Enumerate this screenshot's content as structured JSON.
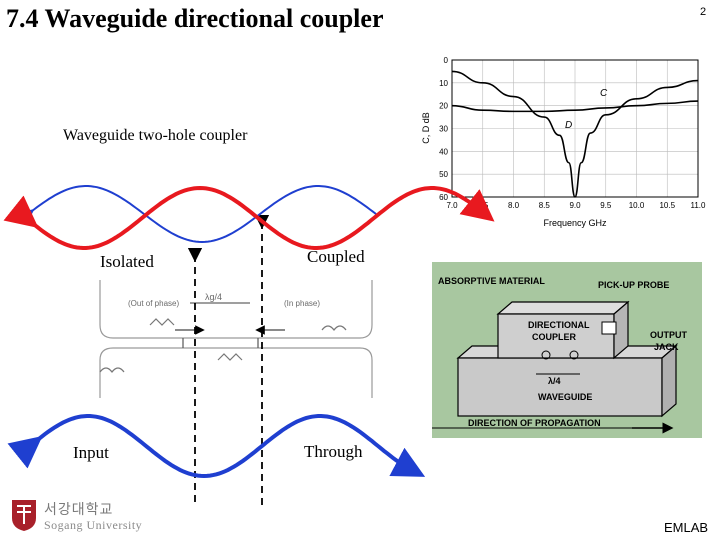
{
  "slide": {
    "title": "7.4 Waveguide directional coupler",
    "page_number": "2",
    "subtitle": "Waveguide two-hole coupler",
    "footer": "EMLAB"
  },
  "labels": {
    "isolated": "Isolated",
    "coupled": "Coupled",
    "input": "Input",
    "through": "Through"
  },
  "logo": {
    "korean": "서강대학교",
    "english": "Sogang University"
  },
  "coupler_sketch": {
    "out_of_phase": "(Out of phase)",
    "in_phase": "(In phase)",
    "spacing": "λg/4"
  },
  "photo": {
    "absorptive": "ABSORPTIVE MATERIAL",
    "pickup": "PICK-UP PROBE",
    "directional": "DIRECTIONAL",
    "coupler": "COUPLER",
    "output": "OUTPUT",
    "jack": "JACK",
    "waveguide": "WAVEGUIDE",
    "direction": "DIRECTION OF PROPAGATION",
    "spacing": "λ/4"
  },
  "colors": {
    "red_wave": "#e8191f",
    "blue_wave": "#1f3fd0",
    "photo_bg": "#a8c7a0"
  },
  "chart_data": {
    "type": "line",
    "xlabel": "Frequency GHz",
    "ylabel": "C, D dB",
    "xlim": [
      7.0,
      11.0
    ],
    "ylim": [
      0,
      60
    ],
    "y_inverted": true,
    "x_ticks": [
      "7.0",
      "7.5",
      "8.0",
      "8.5",
      "9.0",
      "9.5",
      "10.0",
      "10.5",
      "11.0"
    ],
    "y_ticks": [
      "0",
      "10",
      "20",
      "30",
      "40",
      "50",
      "60"
    ],
    "grid": true,
    "series": [
      {
        "name": "C",
        "x": [
          7.0,
          7.5,
          8.0,
          8.5,
          9.0,
          9.5,
          10.0,
          10.5,
          11.0
        ],
        "values": [
          20,
          22,
          22.5,
          22.5,
          22,
          21,
          20,
          19,
          18
        ]
      },
      {
        "name": "D",
        "x": [
          7.0,
          7.5,
          8.0,
          8.5,
          8.75,
          8.9,
          9.0,
          9.1,
          9.25,
          9.5,
          10.0,
          10.5,
          11.0
        ],
        "values": [
          5,
          10,
          16,
          25,
          33,
          45,
          60,
          45,
          32,
          24,
          17,
          12,
          9
        ]
      }
    ]
  }
}
